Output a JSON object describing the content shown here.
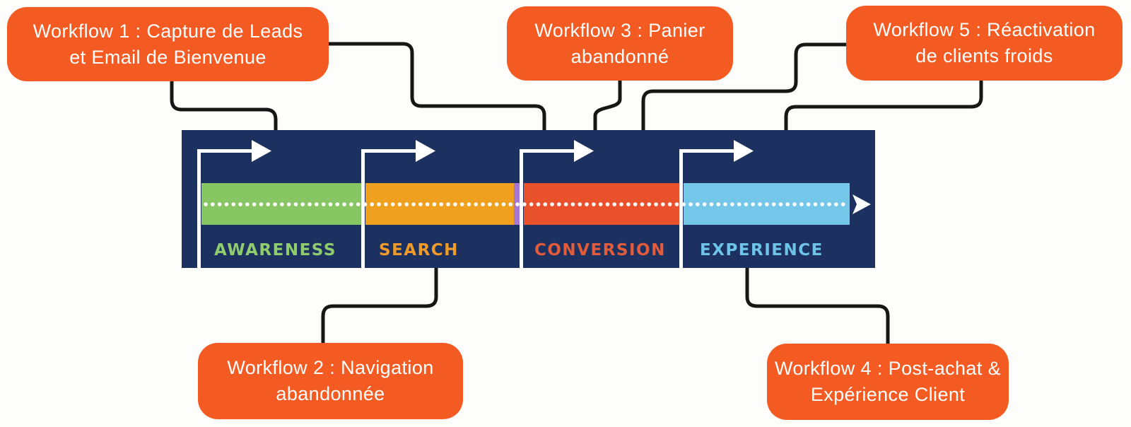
{
  "diagram": {
    "title_hidden": "",
    "panel_color": "#1D3160",
    "divider_color": "#FFFFFF",
    "dotted_journey_color": "#FFFFFF",
    "purple_stripe_color": "#A678D1",
    "stages": [
      {
        "label": "AWARENESS",
        "bar_color": "#87C663",
        "label_color": "#8FCC6E"
      },
      {
        "label": "SEARCH",
        "bar_color": "#F0A01F",
        "label_color": "#F09B28"
      },
      {
        "label": "CONVERSION",
        "bar_color": "#E9512D",
        "label_color": "#E25B3B"
      },
      {
        "label": "EXPERIENCE",
        "bar_color": "#74C7E8",
        "label_color": "#6EC4E8"
      }
    ]
  },
  "callout_color": "#F35B23",
  "connector_color": "#161616",
  "workflows": [
    {
      "id": 1,
      "label": "Workflow 1 : Capture de Leads et Email de Bienvenue",
      "line1": "Workflow 1 : Capture de Leads",
      "line2": "et Email de Bienvenue"
    },
    {
      "id": 2,
      "label": "Workflow 2 : Navigation abandonnée",
      "line1": "Workflow 2 : Navigation",
      "line2": "abandonnée"
    },
    {
      "id": 3,
      "label": "Workflow 3 : Panier abandonné",
      "line1": "Workflow 3 : Panier",
      "line2": "abandonné"
    },
    {
      "id": 4,
      "label": "Workflow 4 : Post-achat & Expérience Client",
      "line1": "Workflow 4 : Post-achat &",
      "line2": "Expérience Client"
    },
    {
      "id": 5,
      "label": "Workflow 5 : Réactivation de clients froids",
      "line1": "Workflow 5 : Réactivation",
      "line2": "de clients froids"
    }
  ]
}
